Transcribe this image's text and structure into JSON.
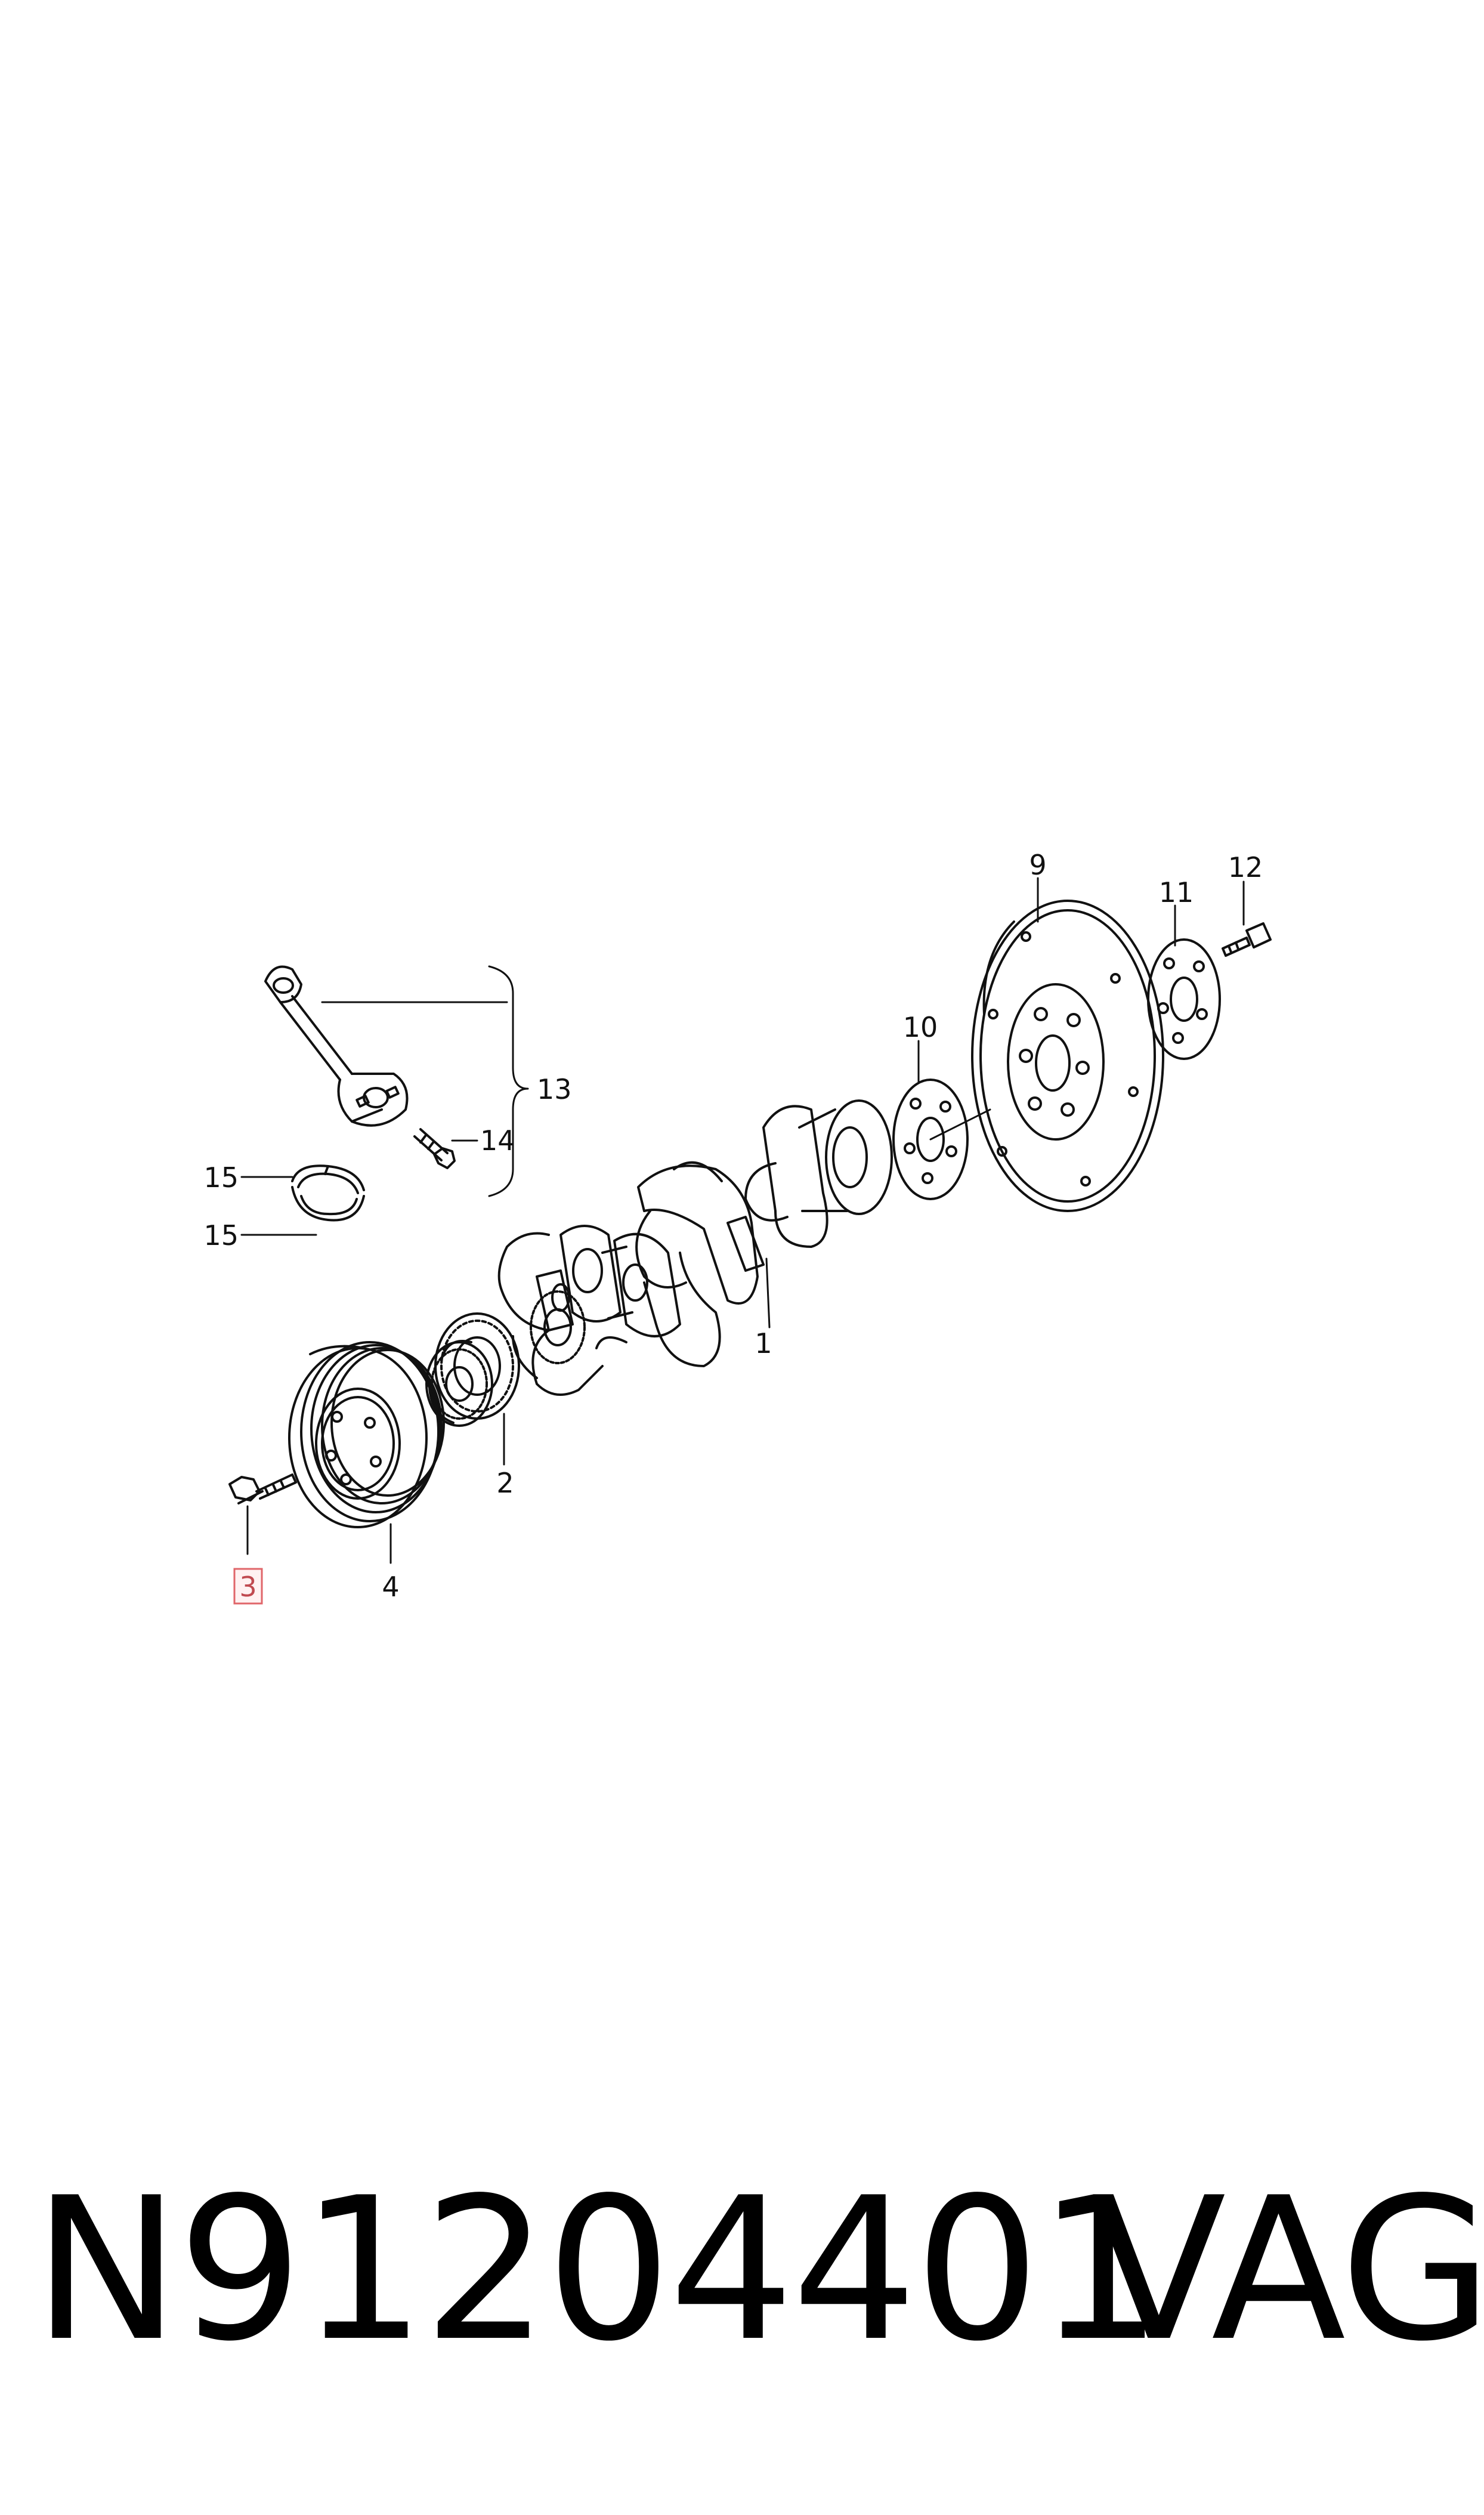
{
  "colors": {
    "line": "#111111",
    "highlight_border": "#e0666a",
    "highlight_fill": "#fff2f2",
    "background": "#ffffff"
  },
  "callouts": {
    "c1": "1",
    "c2": "2",
    "c3": "3",
    "c4": "4",
    "c9": "9",
    "c10": "10",
    "c11": "11",
    "c12": "12",
    "c13": "13",
    "c14": "14",
    "c15a": "15",
    "c15b": "15"
  },
  "highlighted_callout": "3",
  "caption": {
    "part_number": "N91204401",
    "brand": "VAG"
  }
}
